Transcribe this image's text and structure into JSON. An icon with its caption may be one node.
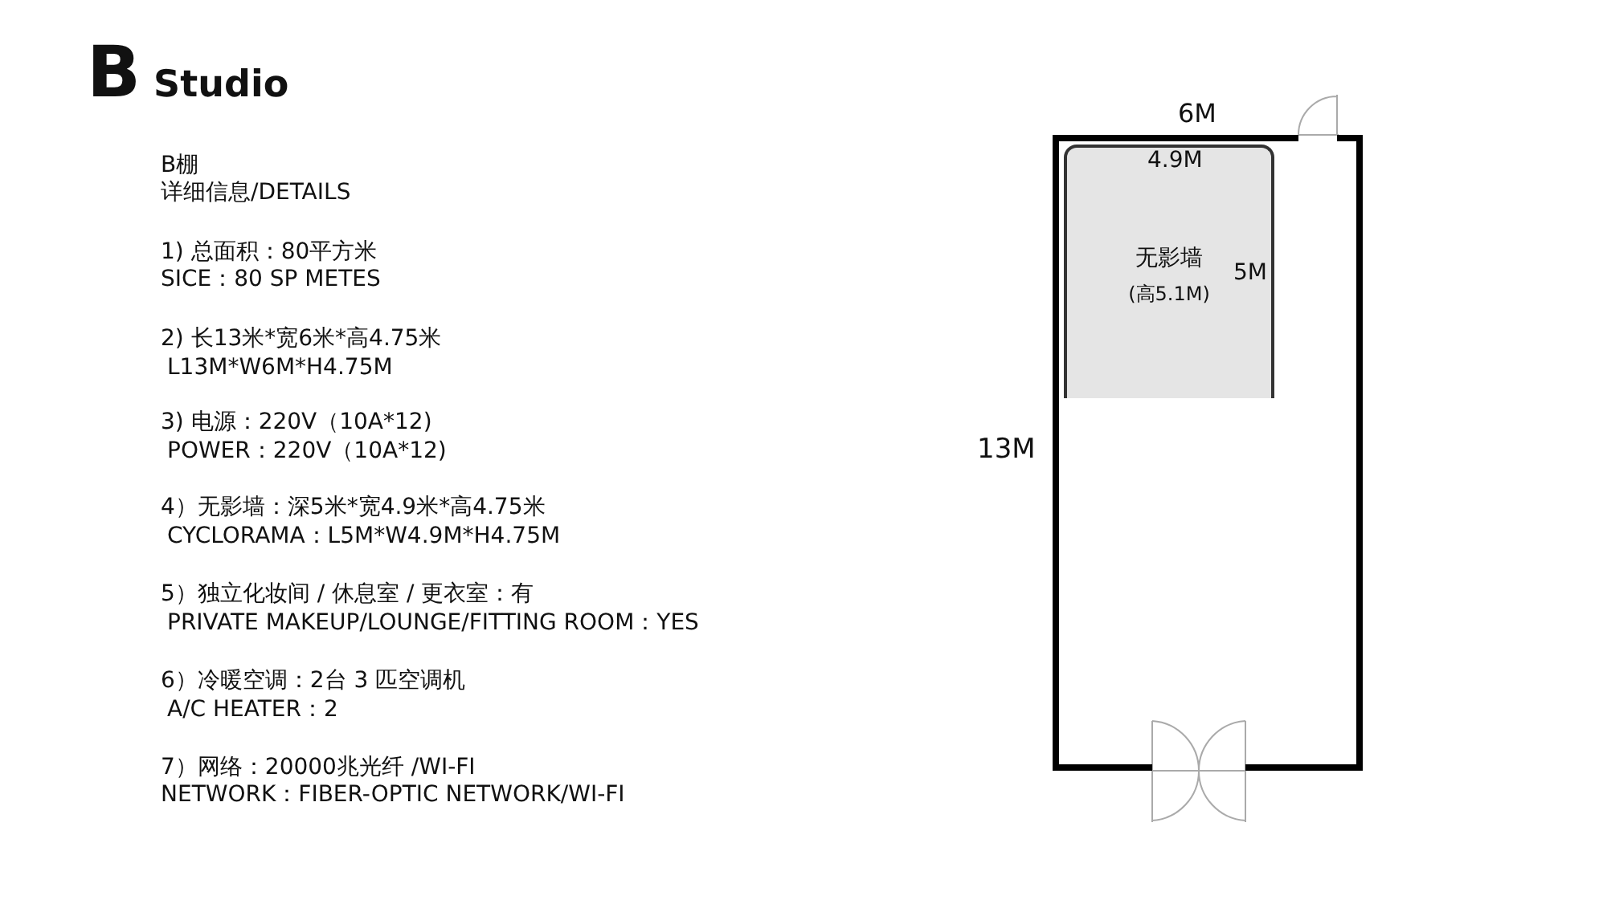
{
  "diagram": {
    "title": "B Studio",
    "nodes": [
      {
        "text": [],
        "shape": "box"
      },
      {
        "text": [
          "无影墙",
          "(高5.1M)"
        ],
        "in": 0
      }
    ],
    "edges": [],
    "labels": [
      "B棚",
      "详细信息/DETAILS",
      "1) 总面积：80平方米",
      "SICE：80 SP METES",
      "2) 长13米*宽6米*高4.75米",
      "L13M*W6M*H4.75M",
      "3) 电源：220V（10A*12)",
      "POWER：220V（10A*12)",
      "4）无影墙：深5米*宽4.9米*高4.75米",
      "CYCLORAMA：L5M*W4.9M*H4.75M",
      "5）独立化妆间 / 休息室 / 更衣室：有",
      "PRIVATE MAKEUP/LOUNGE/FITTING ROOM：YES",
      "6）冷暖空调：2台 3 匹空调机",
      "A/C HEATER：2",
      "7）网络：20000兆光纤 /WI-FI",
      "NETWORK：FIBER-OPTIC NETWORK/WI-FI",
      "6M",
      "4.9M",
      "5M",
      "13M"
    ]
  }
}
